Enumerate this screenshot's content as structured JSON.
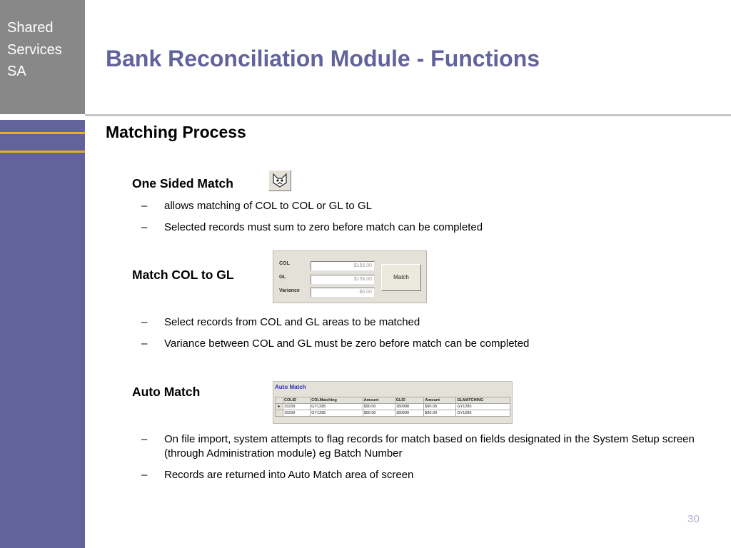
{
  "brand": {
    "line1": "Shared",
    "line2": "Services",
    "line3": "SA"
  },
  "title": "Bank Reconciliation Module - Functions",
  "section": "Matching Process",
  "one_sided": {
    "heading": "One Sided Match",
    "bullets": [
      "allows matching of COL to COL or GL to GL",
      "Selected records must sum to zero before match can be completed"
    ]
  },
  "match_col_gl": {
    "heading": "Match COL to GL",
    "panel": {
      "labels": [
        "COL",
        "GL",
        "Variance"
      ],
      "values": [
        "$156.00",
        "$156.00",
        "$0.00"
      ],
      "button": "Match"
    },
    "bullets": [
      "Select records from COL and GL areas to be matched",
      "Variance between COL and GL must be zero before match can be completed"
    ]
  },
  "auto_match": {
    "heading": "Auto Match",
    "panel": {
      "title": "Auto Match",
      "columns": [
        "COLID",
        "COLMatching",
        "Amount",
        "GLID",
        "Amount",
        "GLMATCHING"
      ],
      "rows": [
        [
          "19239",
          "GY1285",
          "$90.00",
          "180998",
          "$90.00",
          "GY1285"
        ],
        [
          "19239",
          "GY1285",
          "$90.00",
          "180999",
          "$90.00",
          "GY1285"
        ]
      ]
    },
    "bullets": [
      "On file import, system attempts to flag records for match based on fields designated in the System Setup screen (through Administration module) eg Batch Number",
      "Records are returned into Auto Match area of screen"
    ]
  },
  "dash": "–",
  "page_number": "30"
}
